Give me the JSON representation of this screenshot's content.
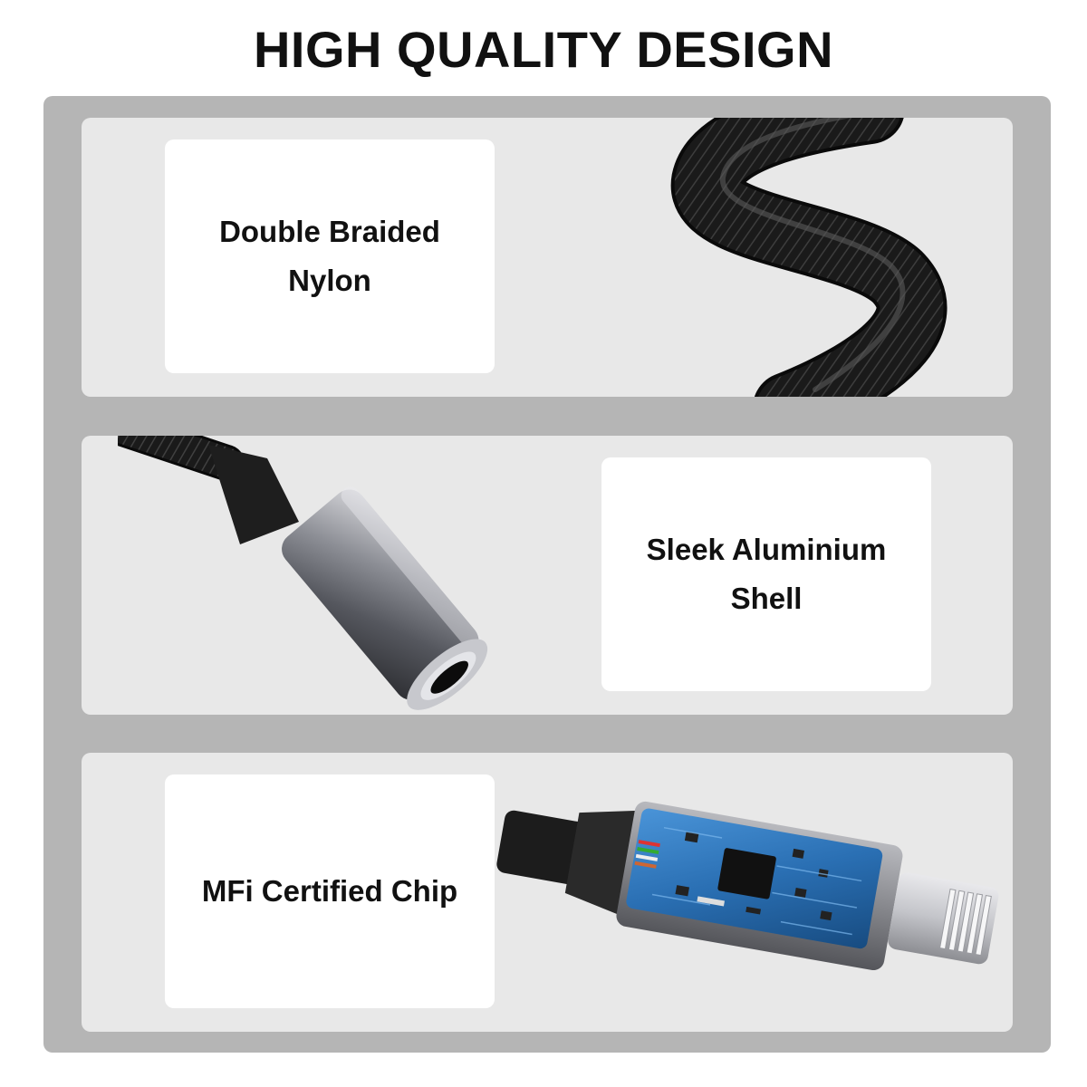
{
  "header": {
    "title": "HIGH QUALITY DESIGN"
  },
  "features": [
    {
      "label": "Double Braided\nNylon",
      "icon": "braided-cable-icon"
    },
    {
      "label": "Sleek Aluminium\nShell",
      "icon": "aluminium-jack-icon"
    },
    {
      "label": "MFi Certified Chip",
      "icon": "lightning-chip-icon"
    }
  ],
  "colors": {
    "frame": "#b5b5b5",
    "panel": "#e8e8e8",
    "label_bg": "#ffffff",
    "text": "#111111",
    "cable": "#1c1c1c",
    "pcb_blue": "#2a6fb3"
  }
}
